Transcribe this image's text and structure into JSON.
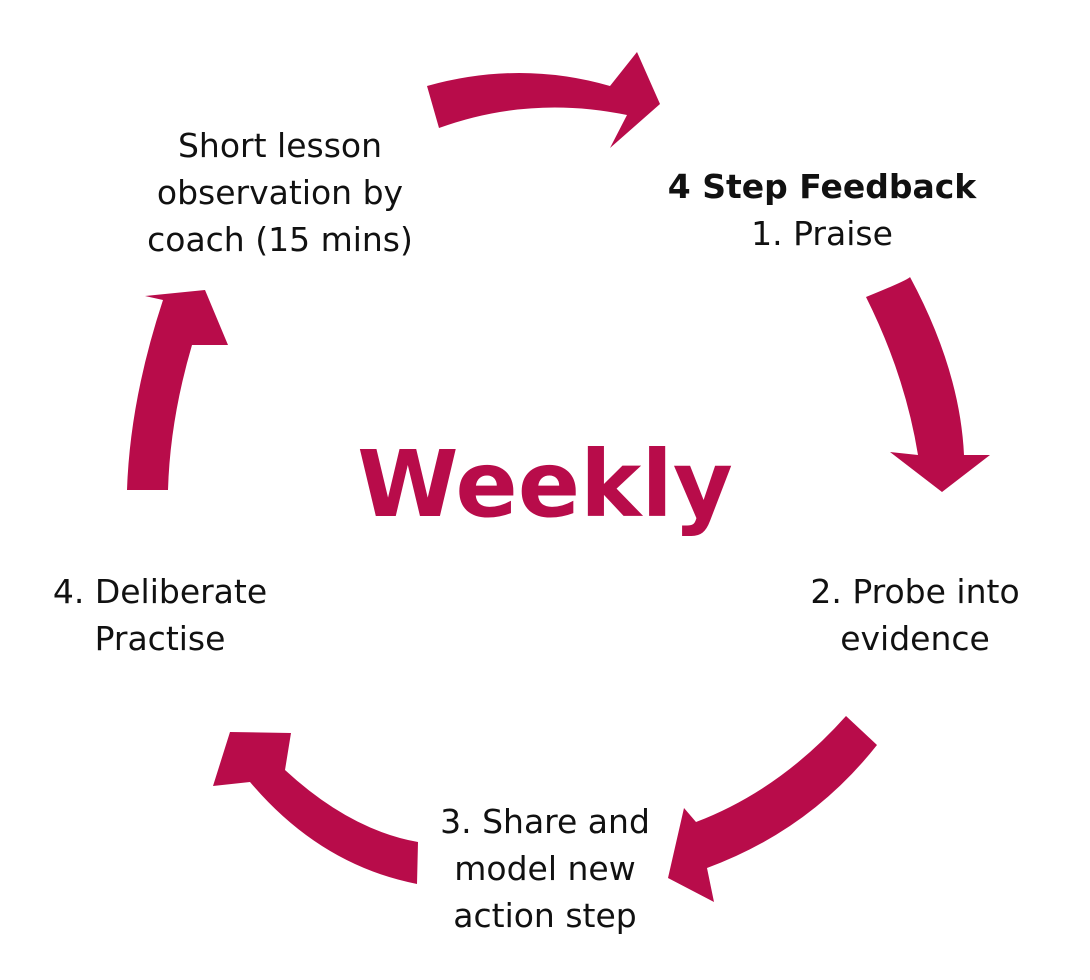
{
  "colors": {
    "accent": "#B80C4A",
    "text": "#111111",
    "background": "#FFFFFF"
  },
  "center": {
    "title": "Weekly"
  },
  "steps": {
    "observation": {
      "line1": "Short lesson",
      "line2": "observation by",
      "line3": "coach (15 mins)"
    },
    "feedback": {
      "heading": "4 Step Feedback",
      "line1": "1. Praise"
    },
    "probe": {
      "line1": "2. Probe into",
      "line2": "evidence"
    },
    "share": {
      "line1": "3. Share and",
      "line2": "model new",
      "line3": "action step"
    },
    "practise": {
      "line1": "4. Deliberate",
      "line2": "Practise"
    }
  }
}
